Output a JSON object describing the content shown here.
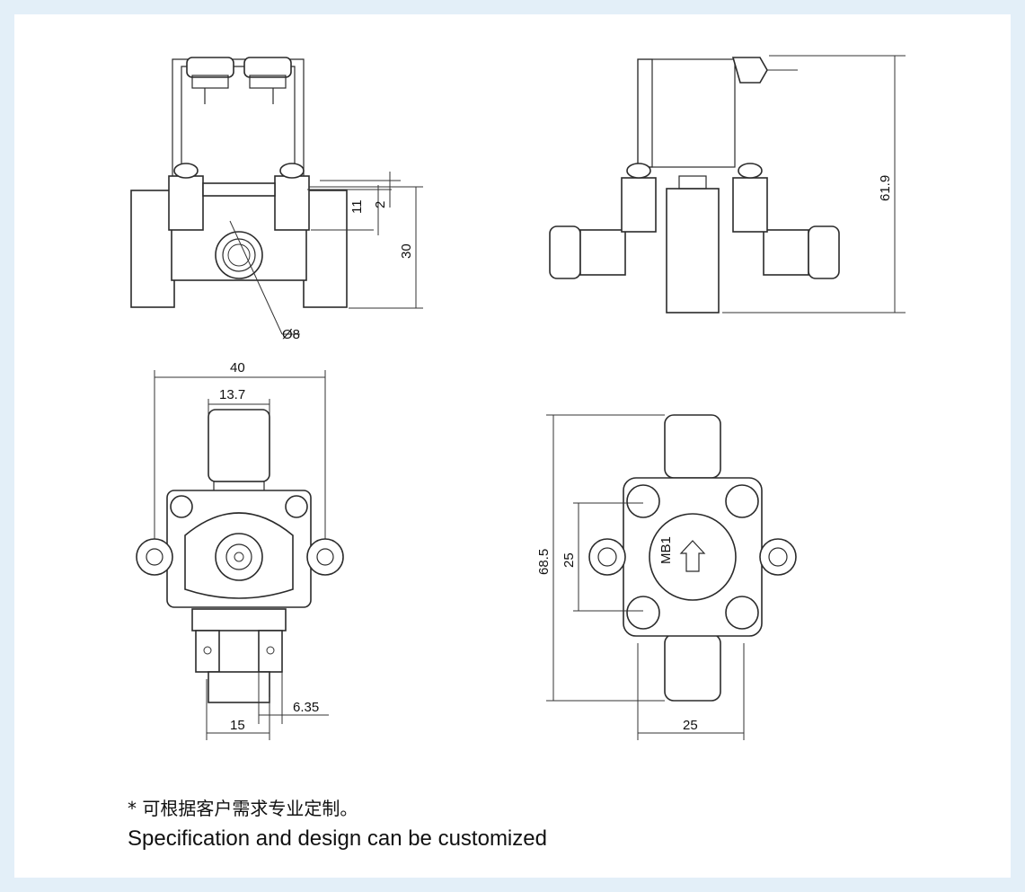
{
  "dimensions": {
    "d2": "2",
    "d11": "11",
    "d30": "30",
    "d8": "Ø8",
    "d61_9": "61.9",
    "d40": "40",
    "d13_7": "13.7",
    "d6_35": "6.35",
    "d15": "15",
    "d68_5": "68.5",
    "d25_side": "25",
    "d25_bottom": "25"
  },
  "labels": {
    "flow_marker": "MB1"
  },
  "notes": {
    "chinese": "* 可根据客户需求专业定制。",
    "english": "Specification and design can be customized"
  },
  "colors": {
    "frame_border": "#e3eff8",
    "line": "#2b2b2b"
  }
}
